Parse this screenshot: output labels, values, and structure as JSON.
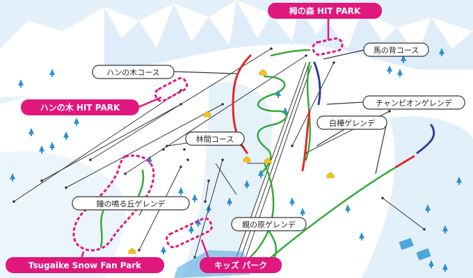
{
  "map": {
    "park_labels": {
      "tsuga_no_mori": "栂の森 HIT PARK",
      "hannoki": "ハンの木 HIT PARK",
      "snow_fan_park": "Tsugaike Snow Fan Park",
      "kids_park": "キッズ パーク"
    },
    "course_labels": {
      "hannoki_course": "ハンの木コース",
      "umanose": "馬の背コース",
      "champion": "チャンピオンゲレンデ",
      "shirakaba": "白樺ゲレンデ",
      "rinkan": "林間コース",
      "kane_no_naru_oka": "鐘の鳴る丘ゲレンデ",
      "oyanohara": "親の原ゲレンデ"
    },
    "colors": {
      "sky": "#e4f1fb",
      "snow": "#ffffff",
      "shadow": "#d6e9f7",
      "tree": "#2b8fd6",
      "park_magenta": "#e0177d",
      "course_red": "#e62424",
      "course_green": "#35a83a",
      "course_blue": "#2a3f9c",
      "lodge": "#f6c21b",
      "lift": "#333333"
    }
  }
}
